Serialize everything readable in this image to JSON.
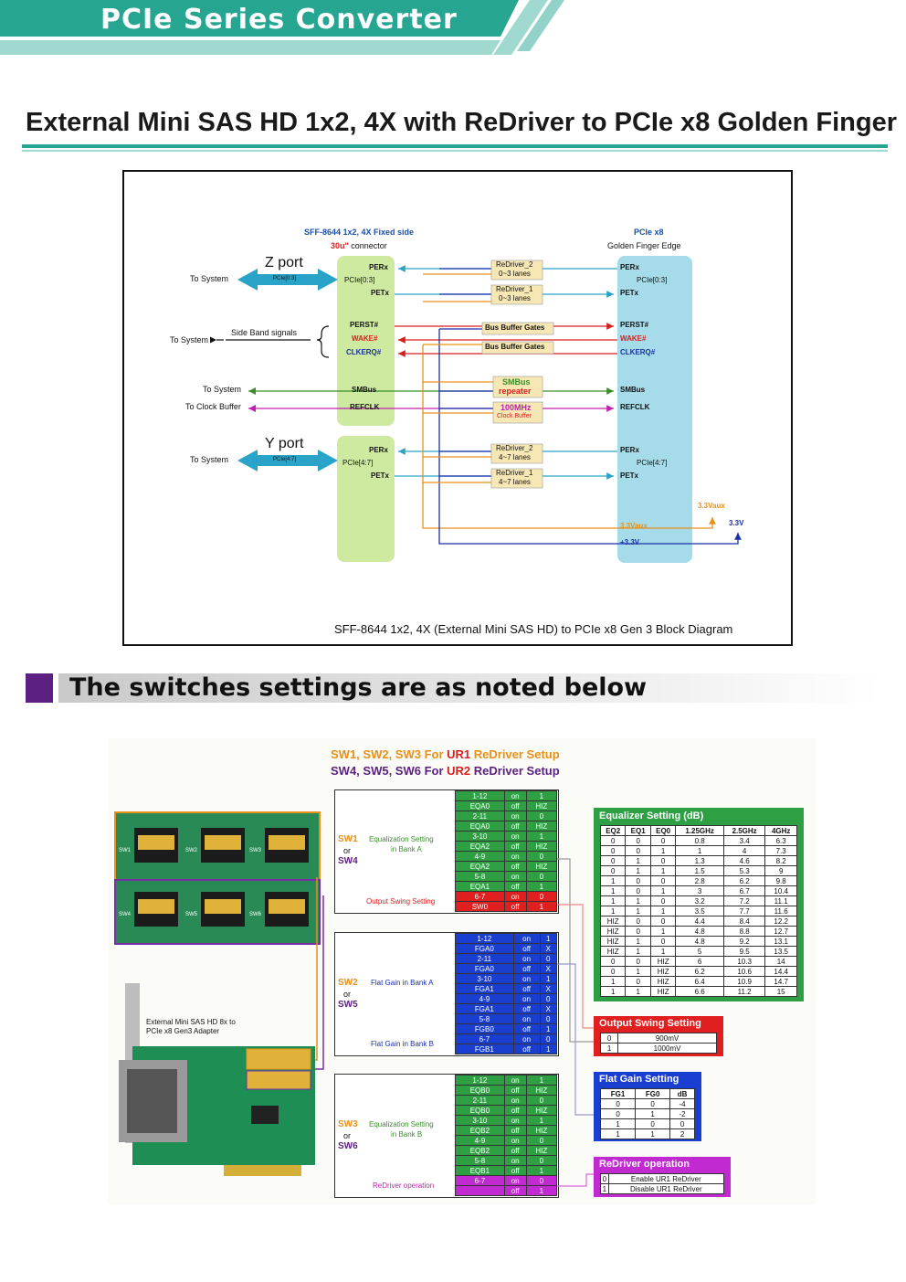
{
  "banner": {
    "title": "PCIe Series Converter"
  },
  "main_title": "External Mini SAS HD 1x2, 4X with ReDriver to PCIe x8 Golden Finger",
  "block_diagram": {
    "left_header_line1": "SFF-8644 1x2, 4X Fixed side",
    "left_header_line2_red": "30u\"",
    "left_header_line2_rest": " connector",
    "right_header_line1": "PCIe x8",
    "right_header_line2": "Golden Finger Edge",
    "z_port": "Z port",
    "y_port": "Y port",
    "pcie03_arrow": "PCIe[0:3]",
    "pcie47_arrow": "PCIe[4:7]",
    "to_system": "To System",
    "side_band": "Side Band signals",
    "to_clock_buffer": "To Clock Buffer",
    "left_z": {
      "perx": "PERx",
      "pcie": "PCIe[0:3]",
      "petx": "PETx"
    },
    "left_sb": {
      "perst": "PERST#",
      "wake": "WAKE#",
      "clkreq": "CLKERQ#"
    },
    "left_smbus": "SMBus",
    "left_refclk": "REFCLK",
    "left_y": {
      "perx": "PERx",
      "pcie": "PCIe[4:7]",
      "petx": "PETx"
    },
    "redriver2_a": "ReDriver_2",
    "redriver2_a_sub": "0~3 lanes",
    "redriver1_a": "ReDriver_1",
    "redriver1_a_sub": "0~3 lanes",
    "bus_buffer1": "Bus Buffer Gates",
    "bus_buffer2": "Bus Buffer Gates",
    "smbus_rep1": "SMBus",
    "smbus_rep2": "repeater",
    "mhz": "100MHz",
    "clock_buffer": "Clock Buffer",
    "redriver2_b": "ReDriver_2",
    "redriver2_b_sub": "4~7 lanes",
    "redriver1_b": "ReDriver_1",
    "redriver1_b_sub": "4~7 lanes",
    "right_z": {
      "perx": "PERx",
      "pcie": "PCIe[0:3]",
      "petx": "PETx"
    },
    "right_sb": {
      "perst": "PERST#",
      "wake": "WAKE#",
      "clkreq": "CLKERQ#"
    },
    "right_smbus": "SMBus",
    "right_refclk": "REFCLK",
    "right_y": {
      "perx": "PERx",
      "pcie": "PCIe[4:7]",
      "petx": "PETx"
    },
    "v33aux_in": "3.3Vaux",
    "v33_in": "+3.3V",
    "v33aux_out": "3.3Vaux",
    "v33_out": "3.3V",
    "caption": "SFF-8644 1x2, 4X (External Mini SAS HD) to PCIe x8 Gen 3 Block Diagram"
  },
  "section2": {
    "title": "The switches settings are as noted below"
  },
  "switch_setup": {
    "line1_part1": "SW1, SW2, SW3 For ",
    "line1_part2": "UR1",
    "line1_part3": " ReDriver Setup",
    "line2_part1": "SW4, SW5, SW6 For ",
    "line2_part2": "UR2",
    "line2_part3": " ReDriver Setup",
    "board_caption_line1": "External Mini SAS HD 8x to",
    "board_caption_line2": "PCIe x8 Gen3 Adapter",
    "block1": {
      "sw_top": "SW1",
      "sw_or": "or",
      "sw_bot": "SW4",
      "label1": "Equalization Setting",
      "label1b": "in Bank A",
      "label2": "Output Swing Setting",
      "rows": [
        [
          "1-12",
          "on",
          "1"
        ],
        [
          "EQA0",
          "off",
          "HIZ"
        ],
        [
          "2-11",
          "on",
          "0"
        ],
        [
          "EQA0",
          "off",
          "HIZ"
        ],
        [
          "3-10",
          "on",
          "1"
        ],
        [
          "EQA2",
          "off",
          "HIZ"
        ],
        [
          "4-9",
          "on",
          "0"
        ],
        [
          "EQA2",
          "off",
          "HIZ"
        ],
        [
          "5-8",
          "on",
          "0"
        ],
        [
          "EQA1",
          "off",
          "1"
        ],
        [
          "6-7",
          "on",
          "0"
        ],
        [
          "SW0",
          "off",
          "1"
        ]
      ]
    },
    "block2": {
      "sw_top": "SW2",
      "sw_or": "or",
      "sw_bot": "SW5",
      "label1": "Flat Gain in Bank A",
      "label2": "Flat Gain in Bank B",
      "rows": [
        [
          "1-12",
          "on",
          "1"
        ],
        [
          "FGA0",
          "off",
          "X"
        ],
        [
          "2-11",
          "on",
          "0"
        ],
        [
          "FGA0",
          "off",
          "X"
        ],
        [
          "3-10",
          "on",
          "1"
        ],
        [
          "FGA1",
          "off",
          "X"
        ],
        [
          "4-9",
          "on",
          "0"
        ],
        [
          "FGA1",
          "off",
          "X"
        ],
        [
          "5-8",
          "on",
          "0"
        ],
        [
          "FGB0",
          "off",
          "1"
        ],
        [
          "6-7",
          "on",
          "0"
        ],
        [
          "FGB1",
          "off",
          "1"
        ]
      ]
    },
    "block3": {
      "sw_top": "SW3",
      "sw_or": "or",
      "sw_bot": "SW6",
      "label1": "Equalization Setting",
      "label1b": "in Bank B",
      "label2": "ReDriver operation",
      "rows": [
        [
          "1-12",
          "on",
          "1"
        ],
        [
          "EQB0",
          "off",
          "HIZ"
        ],
        [
          "2-11",
          "on",
          "0"
        ],
        [
          "EQB0",
          "off",
          "HIZ"
        ],
        [
          "3-10",
          "on",
          "1"
        ],
        [
          "EQB2",
          "off",
          "HIZ"
        ],
        [
          "4-9",
          "on",
          "0"
        ],
        [
          "EQB2",
          "off",
          "HIZ"
        ],
        [
          "5-8",
          "on",
          "0"
        ],
        [
          "EQB1",
          "off",
          "1"
        ],
        [
          "6-7",
          "on",
          "0"
        ],
        [
          "",
          "off",
          "1"
        ]
      ]
    },
    "eq_table": {
      "title": "Equalizer Setting (dB)",
      "headers": [
        "EQ2",
        "EQ1",
        "EQ0",
        "1.25GHz",
        "2.5GHz",
        "4GHz"
      ],
      "rows": [
        [
          "0",
          "0",
          "0",
          "0.8",
          "3.4",
          "6.3"
        ],
        [
          "0",
          "0",
          "1",
          "1",
          "4",
          "7.3"
        ],
        [
          "0",
          "1",
          "0",
          "1.3",
          "4.6",
          "8.2"
        ],
        [
          "0",
          "1",
          "1",
          "1.5",
          "5.3",
          "9"
        ],
        [
          "1",
          "0",
          "0",
          "2.8",
          "6.2",
          "9.8"
        ],
        [
          "1",
          "0",
          "1",
          "3",
          "6.7",
          "10.4"
        ],
        [
          "1",
          "1",
          "0",
          "3.2",
          "7.2",
          "11.1"
        ],
        [
          "1",
          "1",
          "1",
          "3.5",
          "7.7",
          "11.6"
        ],
        [
          "HIZ",
          "0",
          "0",
          "4.4",
          "8.4",
          "12.2"
        ],
        [
          "HIZ",
          "0",
          "1",
          "4.8",
          "8.8",
          "12.7"
        ],
        [
          "HIZ",
          "1",
          "0",
          "4.8",
          "9.2",
          "13.1"
        ],
        [
          "HIZ",
          "1",
          "1",
          "5",
          "9.5",
          "13.5"
        ],
        [
          "0",
          "0",
          "HIZ",
          "6",
          "10.3",
          "14"
        ],
        [
          "0",
          "1",
          "HIZ",
          "6.2",
          "10.6",
          "14.4"
        ],
        [
          "1",
          "0",
          "HIZ",
          "6.4",
          "10.9",
          "14.7"
        ],
        [
          "1",
          "1",
          "HIZ",
          "6.6",
          "11.2",
          "15"
        ]
      ]
    },
    "swing_table": {
      "title": "Output Swing Setting",
      "rows": [
        [
          "0",
          "900mV"
        ],
        [
          "1",
          "1000mV"
        ]
      ]
    },
    "flat_table": {
      "title": "Flat Gain Setting",
      "headers": [
        "FG1",
        "FG0",
        "dB"
      ],
      "rows": [
        [
          "0",
          "0",
          "-4"
        ],
        [
          "0",
          "1",
          "-2"
        ],
        [
          "1",
          "0",
          "0"
        ],
        [
          "1",
          "1",
          "2"
        ]
      ]
    },
    "redriver_table": {
      "title": "ReDriver operation",
      "rows": [
        [
          "0",
          "Enable UR1 ReDriver"
        ],
        [
          "1",
          "Disable UR1 ReDriver"
        ]
      ]
    }
  },
  "colors": {
    "teal": "#26a591",
    "light_teal": "#9fd9cf",
    "green_block": "#cdeaa0",
    "blue_block": "#a6dcea",
    "purple": "#5c1f82"
  }
}
